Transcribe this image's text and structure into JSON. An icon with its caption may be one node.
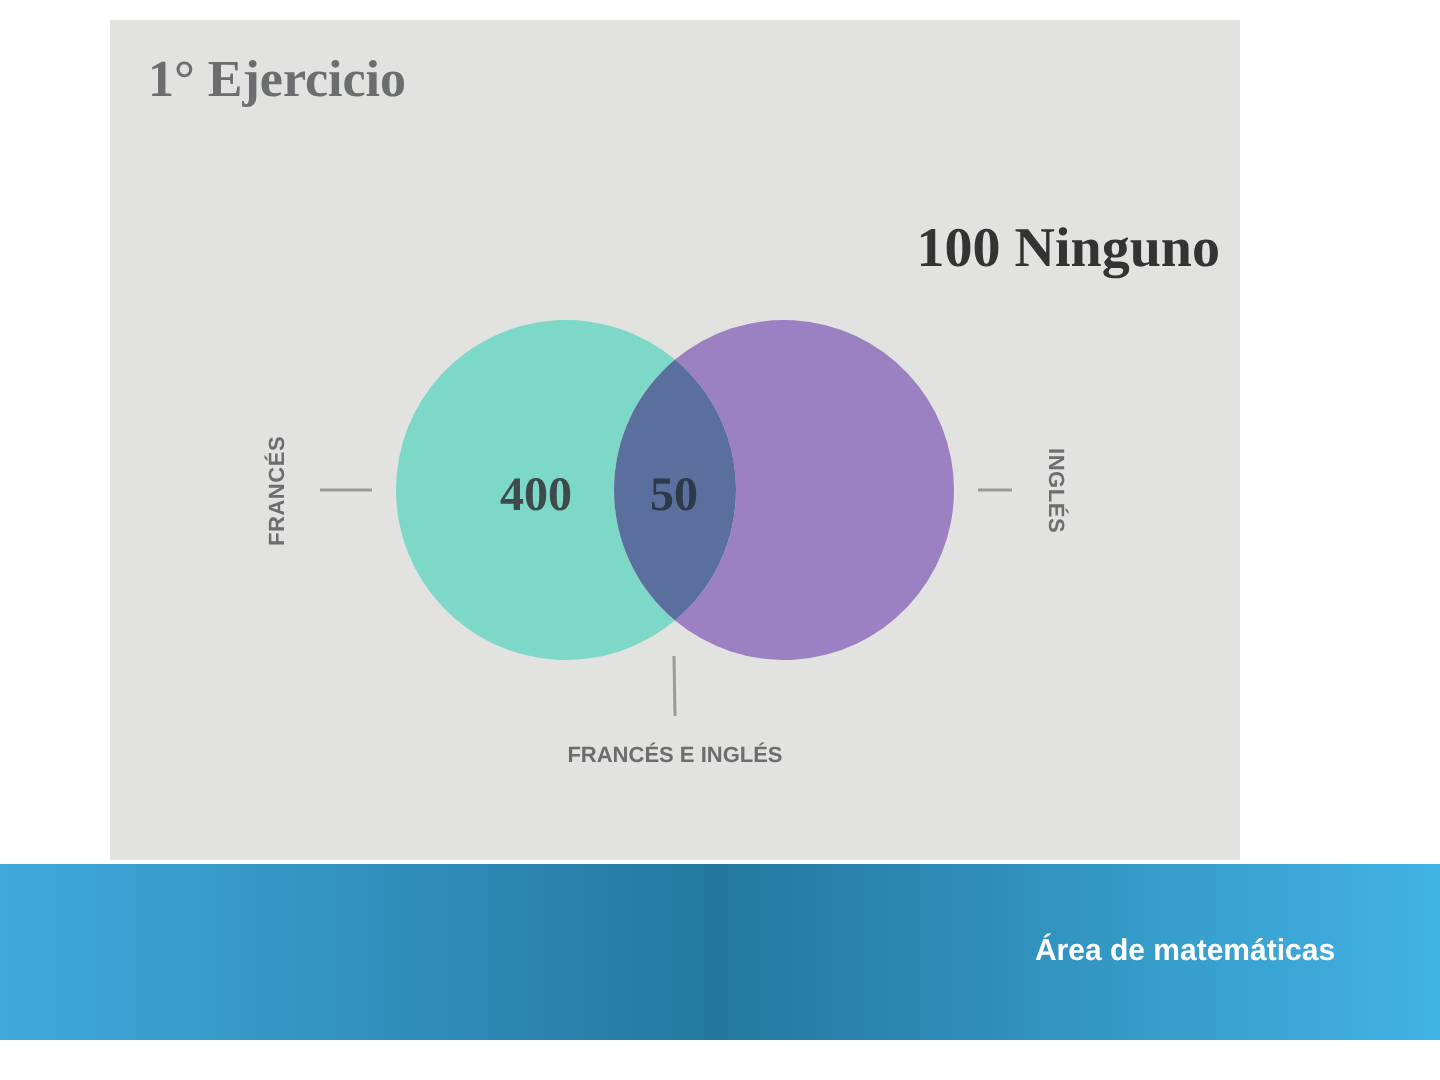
{
  "diagram": {
    "title": "1° Ejercicio",
    "nodes": [
      {
        "text": [
          "400"
        ]
      },
      {
        "text": [],
        "shape": "circle"
      },
      {
        "text": [
          "FRANCÉS"
        ]
      },
      {
        "text": [
          "INGLÉS"
        ]
      },
      {
        "text": [
          "FRANCÉS E INGLÉS"
        ]
      }
    ],
    "edges": [
      {
        "from": 2,
        "to": 0,
        "arrow": "none"
      },
      {
        "from": 3,
        "to": 1,
        "arrow": "none"
      },
      {
        "from": 4,
        "to": null,
        "arrow": "none"
      }
    ],
    "labels": [
      "100 Ninguno",
      "50",
      "Área de matemáticas"
    ]
  }
}
